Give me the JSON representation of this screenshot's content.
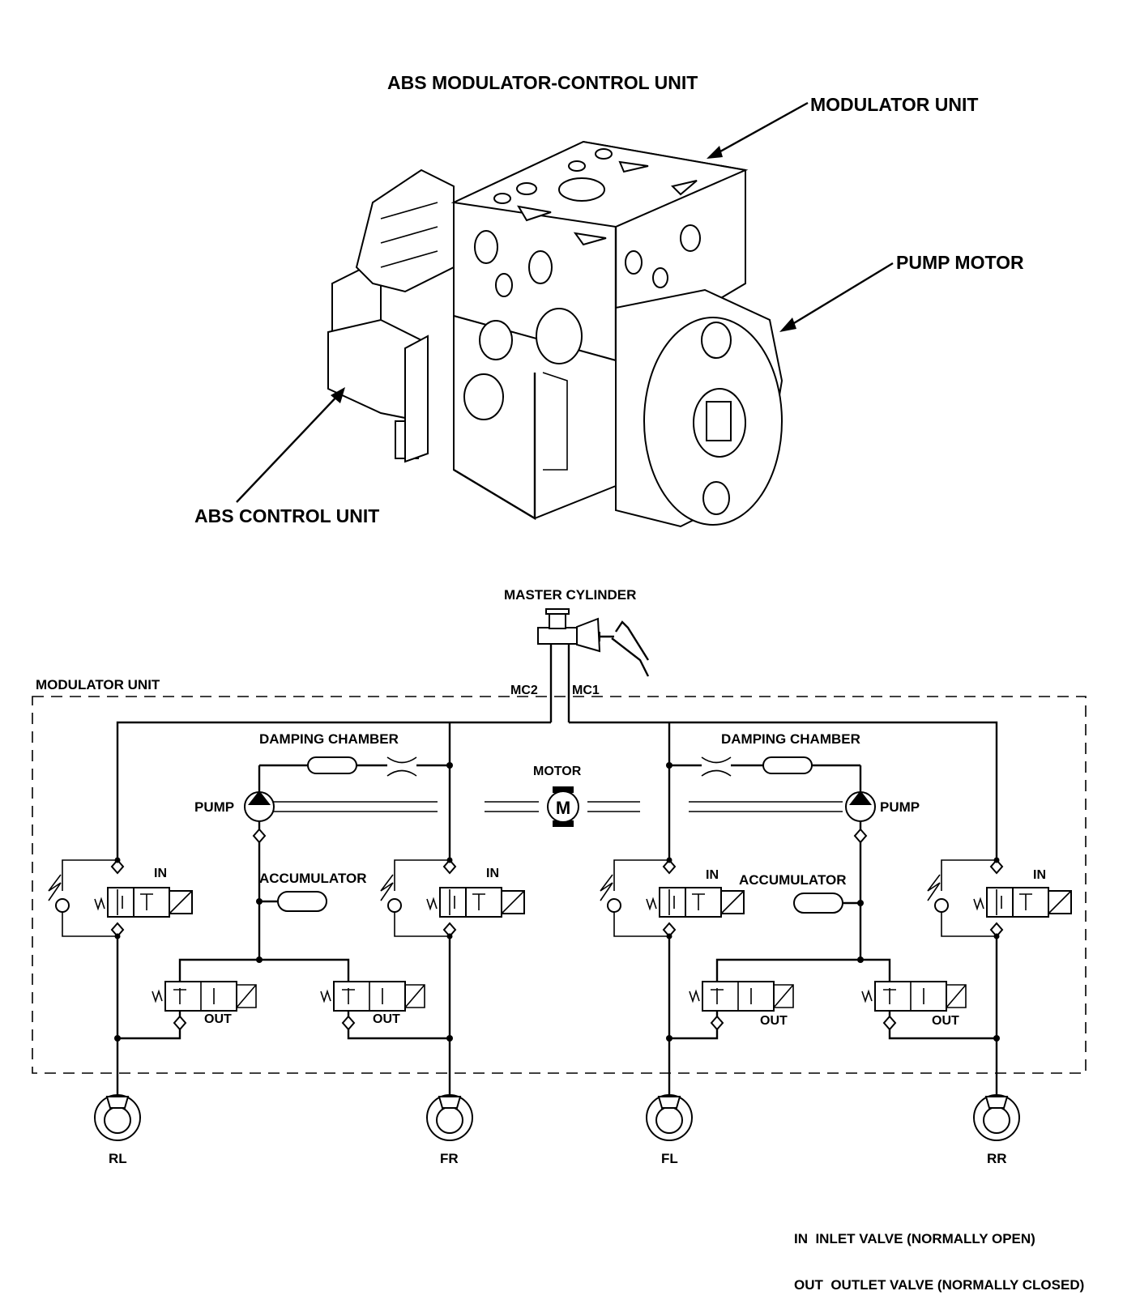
{
  "title": "ABS MODULATOR-CONTROL UNIT",
  "unit_view": {
    "labels": {
      "modulator_unit": "MODULATOR UNIT",
      "pump_motor": "PUMP MOTOR",
      "abs_control_unit": "ABS CONTROL UNIT"
    }
  },
  "schematic": {
    "master_cylinder": "MASTER CYLINDER",
    "modulator_unit": "MODULATOR UNIT",
    "mc2": "MC2",
    "mc1": "MC1",
    "motor": "MOTOR",
    "motor_symbol": "M",
    "left": {
      "damping_chamber": "DAMPING CHAMBER",
      "pump": "PUMP",
      "accumulator": "ACCUMULATOR"
    },
    "right": {
      "damping_chamber": "DAMPING CHAMBER",
      "pump": "PUMP",
      "accumulator": "ACCUMULATOR"
    },
    "valve_in": "IN",
    "valve_out": "OUT",
    "wheels": [
      "RL",
      "FR",
      "FL",
      "RR"
    ]
  },
  "legend": {
    "line1": "IN  INLET VALVE (NORMALLY OPEN)",
    "line2": "OUT  OUTLET VALVE (NORMALLY CLOSED)"
  }
}
